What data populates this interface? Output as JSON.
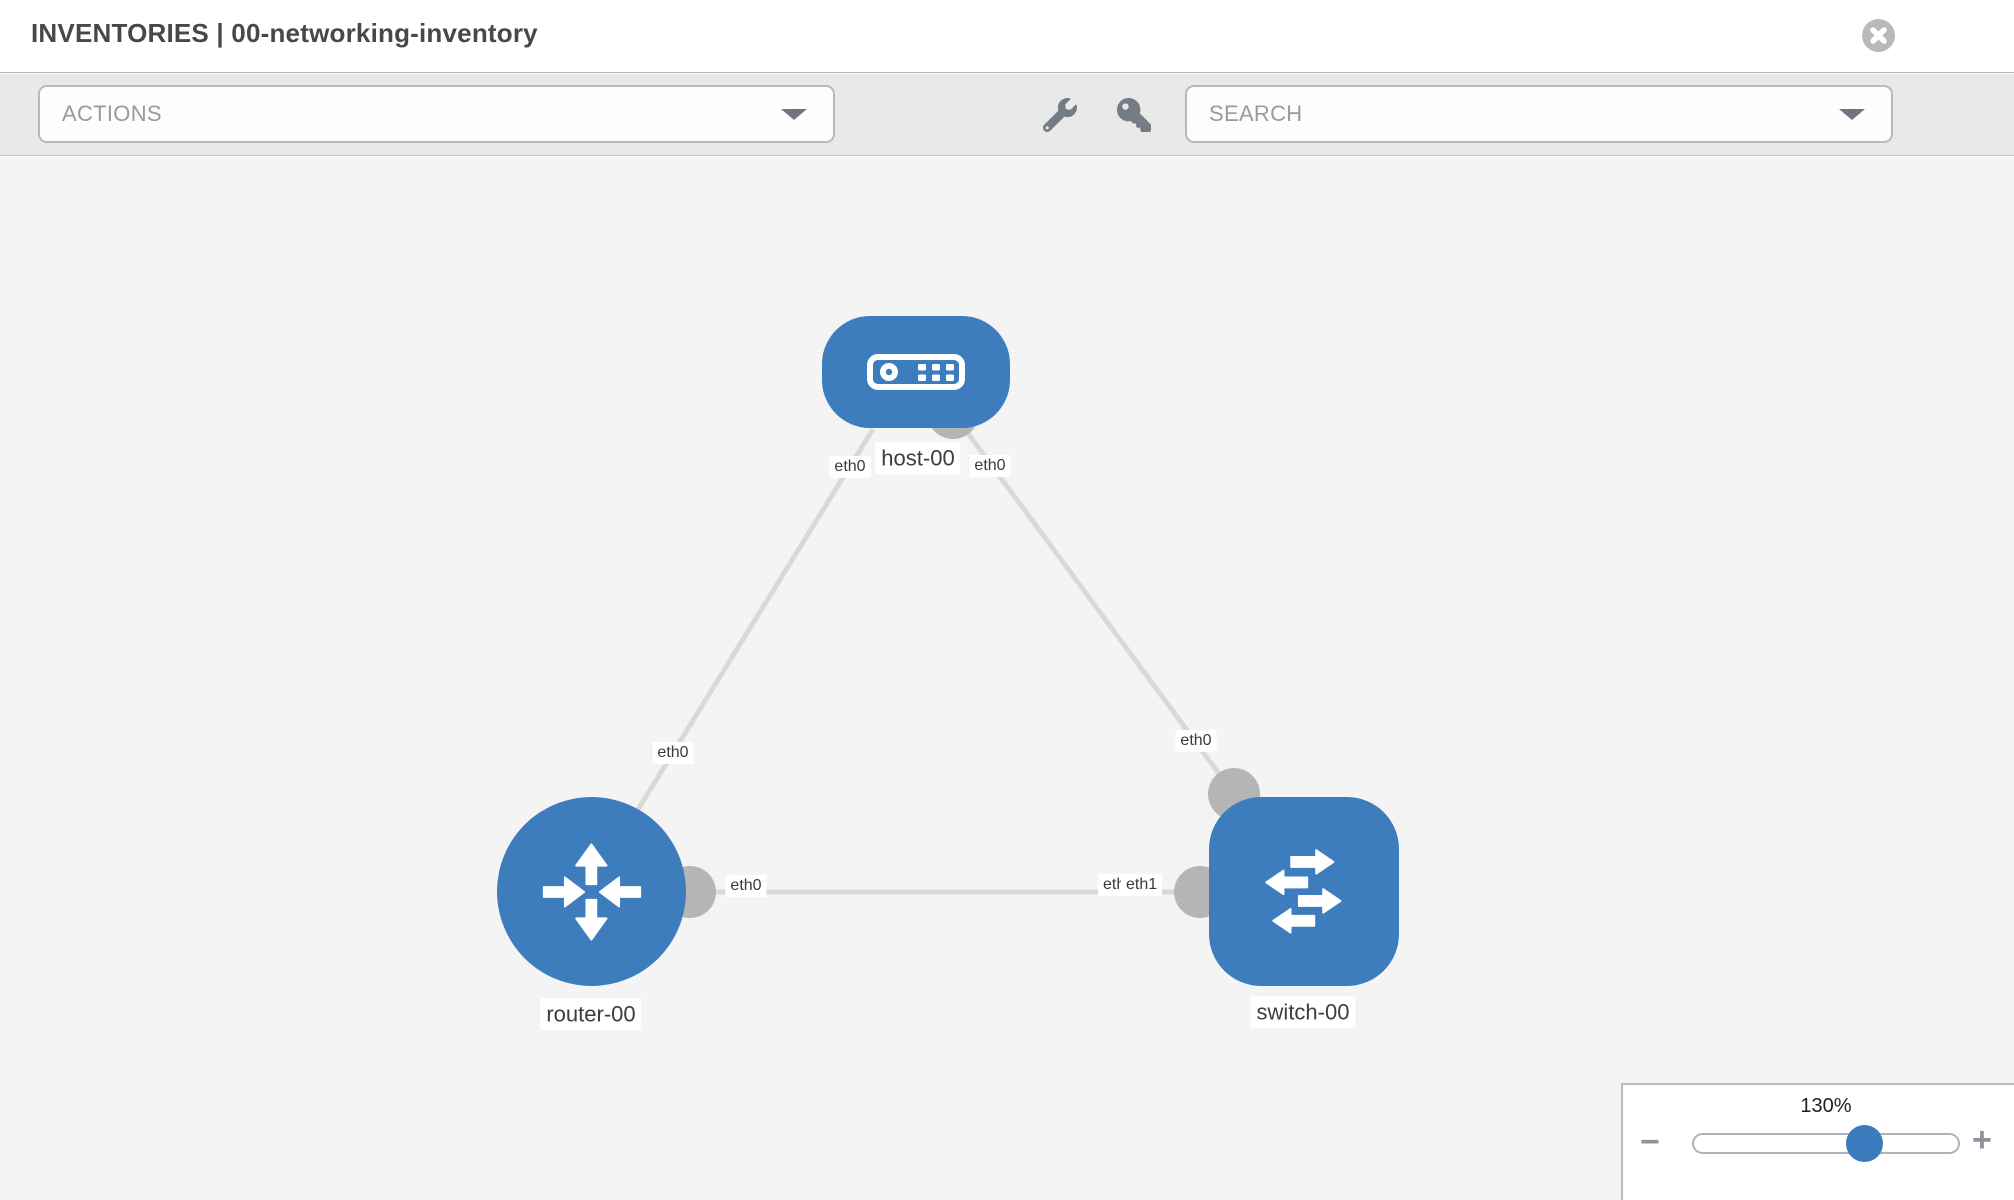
{
  "header": {
    "title": "INVENTORIES | 00-networking-inventory"
  },
  "toolbar": {
    "actions_label": "ACTIONS",
    "search_label": "SEARCH",
    "icons": {
      "wrench": "wrench-icon",
      "key": "key-icon",
      "actions_caret": "chevron-down-icon",
      "search_caret": "chevron-down-icon",
      "close": "circle-x-icon"
    }
  },
  "graph": {
    "nodes": [
      {
        "id": "host-00",
        "type": "host",
        "label": "host-00"
      },
      {
        "id": "router-00",
        "type": "router",
        "label": "router-00"
      },
      {
        "id": "switch-00",
        "type": "switch",
        "label": "switch-00"
      }
    ],
    "links": [
      {
        "from": "host-00",
        "to": "router-00",
        "from_interface": "eth0",
        "to_interface": "eth0"
      },
      {
        "from": "host-00",
        "to": "switch-00",
        "from_interface": "eth0",
        "to_interface": "eth0"
      },
      {
        "from": "router-00",
        "to": "switch-00",
        "from_interface": "eth0",
        "to_interface": "eth1",
        "to_interface_overlapped": "eth0"
      }
    ]
  },
  "zoom_control": {
    "level": "130%",
    "zoom_out_label": "−",
    "zoom_in_label": "+"
  },
  "colors": {
    "node_blue": "#3d7dbd",
    "connector_gray": "#b5b5b5",
    "link_gray": "#d9d9d9",
    "canvas_bg": "#f4f4f4",
    "toolbar_bg": "#e9e9e9",
    "slider_handle_blue": "#3a7abd"
  }
}
